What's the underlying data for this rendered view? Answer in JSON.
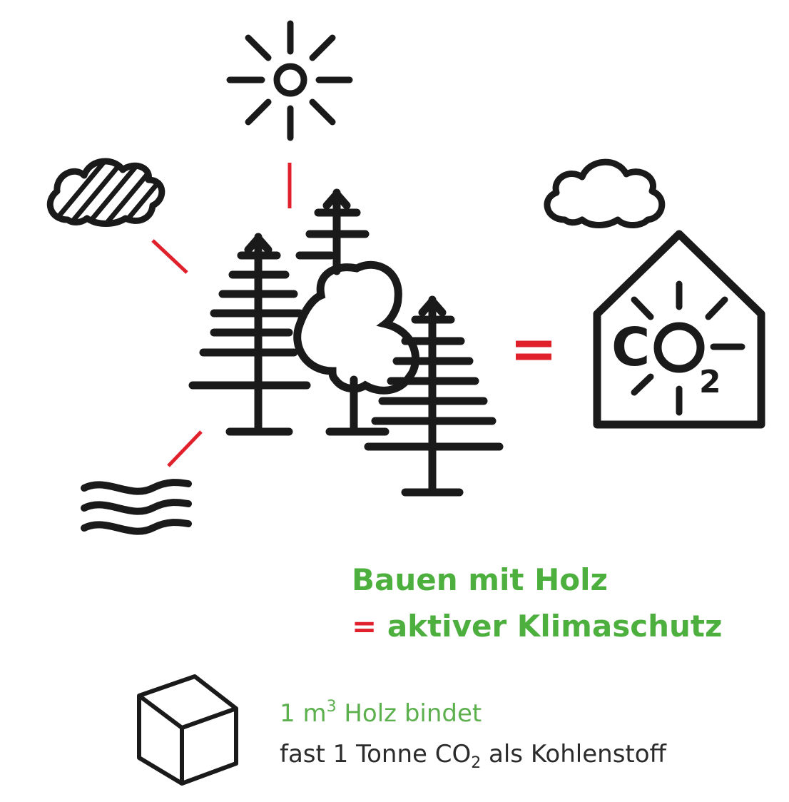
{
  "headline": {
    "line1": "Bauen mit Holz",
    "line2_eq": "=",
    "line2_text": "aktiver Klimaschutz"
  },
  "fact": {
    "line1_prefix": "1 m",
    "line1_sup": "3",
    "line1_suffix": " Holz bindet",
    "line2_prefix": "fast 1 Tonne CO",
    "line2_sub": "2",
    "line2_suffix": " als Kohlenstoff"
  },
  "house_label": {
    "c": "C",
    "o": "O",
    "sub": "2"
  },
  "icons": [
    "sun-icon",
    "rain-cloud-icon",
    "cloud-icon",
    "forest-icon",
    "water-waves-icon",
    "co2-house-icon",
    "wood-cube-icon"
  ],
  "colors": {
    "green": "#4caf3e",
    "red": "#e0212c",
    "black": "#1a1a1a"
  }
}
